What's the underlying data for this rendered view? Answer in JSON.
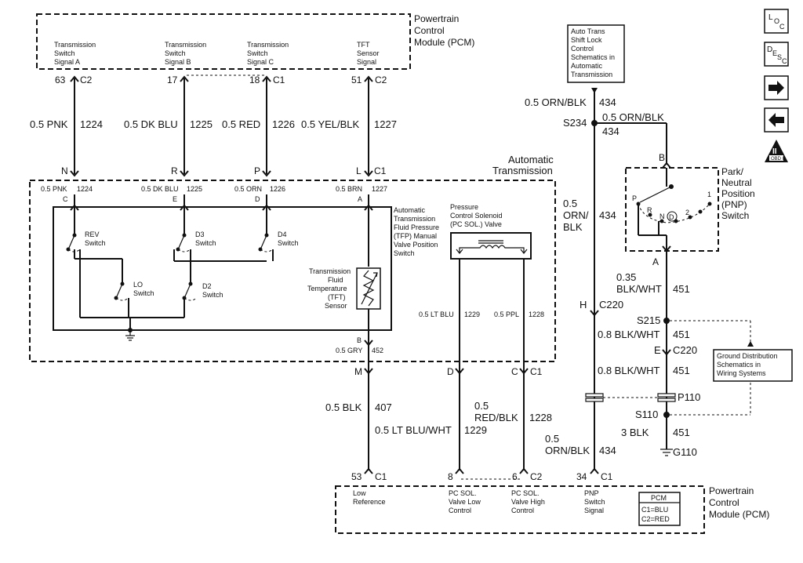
{
  "modules": {
    "pcm_top": [
      "Powertrain",
      "Control",
      "Module (PCM)"
    ],
    "pcm_bottom": [
      "Powertrain",
      "Control",
      "Module (PCM)"
    ],
    "auto_trans": [
      "Automatic",
      "Transmission"
    ],
    "pnp": [
      "Park/",
      "Neutral",
      "Position",
      "(PNP)",
      "Switch"
    ]
  },
  "top_signals": {
    "a": [
      "Transmission",
      "Switch",
      "Signal A"
    ],
    "b": [
      "Transmission",
      "Switch",
      "Signal B"
    ],
    "c": [
      "Transmission",
      "Switch",
      "Signal C"
    ],
    "tft": [
      "TFT",
      "Sensor",
      "Signal"
    ]
  },
  "top_pins": {
    "a": "63",
    "a_conn": "C2",
    "b": "17",
    "c": "18",
    "c_conn": "C1",
    "tft": "51",
    "tft_conn": "C2"
  },
  "top_wires": {
    "a": "0.5 PNK",
    "a_ckt": "1224",
    "b": "0.5 DK BLU",
    "b_ckt": "1225",
    "c": "0.5 RED",
    "c_ckt": "1226",
    "tft": "0.5 YEL/BLK",
    "tft_ckt": "1227"
  },
  "trans_connector": {
    "n": "N",
    "r": "R",
    "p": "P",
    "l": "L",
    "conn": "C1",
    "m": "M",
    "d": "D",
    "c": "C",
    "conn2": "C1"
  },
  "inner_wires": {
    "a": "0.5 PNK",
    "a_ckt": "1224",
    "a_pin": "C",
    "b": "0.5 DK BLU",
    "b_ckt": "1225",
    "b_pin": "E",
    "c": "0.5 ORN",
    "c_ckt": "1226",
    "c_pin": "D",
    "d": "0.5 BRN",
    "d_ckt": "1227",
    "d_pin": "A",
    "gry": "0.5 GRY",
    "gry_ckt": "452",
    "gry_pin": "B"
  },
  "switches": {
    "rev": [
      "REV",
      "Switch"
    ],
    "lo": [
      "LO",
      "Switch"
    ],
    "d3": [
      "D3",
      "Switch"
    ],
    "d4": [
      "D4",
      "Switch"
    ],
    "d2": [
      "D2",
      "Switch"
    ]
  },
  "tfp_label": [
    "Automatic",
    "Transmission",
    "Fluid Pressure",
    "(TFP) Manual",
    "Valve Position",
    "Switch"
  ],
  "tft_label": [
    "Transmission",
    "Fluid",
    "Temperature",
    "(TFT)",
    "Sensor"
  ],
  "pc_solenoid": [
    "Pressure",
    "Control Solenoid",
    "(PC SOL.) Valve"
  ],
  "pc_wires": {
    "ltblu": "0.5 LT BLU",
    "ltblu_ckt": "1229",
    "ppl": "0.5 PPL",
    "ppl_ckt": "1228"
  },
  "bottom_wires": {
    "blk": "0.5 BLK",
    "blk_ckt": "407",
    "ltbluwht": "0.5 LT BLU/WHT",
    "ltbluwht_ckt": "1229",
    "redblk": [
      "0.5",
      "RED/BLK"
    ],
    "redblk_ckt": "1228",
    "ornblk": [
      "0.5",
      "ORN/BLK"
    ],
    "ornblk_ckt": "434"
  },
  "bottom_pins": {
    "low": "53",
    "low_conn": "C1",
    "pclow": "8",
    "pchigh": "6",
    "pchigh_conn": "C2",
    "pnp": "34",
    "pnp_conn": "C1"
  },
  "bottom_signals": {
    "low": [
      "Low",
      "Reference"
    ],
    "pclow": [
      "PC SOL.",
      "Valve Low",
      "Control"
    ],
    "pchigh": [
      "PC SOL.",
      "Valve High",
      "Control"
    ],
    "pnp": [
      "PNP",
      "Switch",
      "Signal"
    ]
  },
  "pcm_legend": {
    "title": "PCM",
    "c1": "C1=BLU",
    "c2": "C2=RED"
  },
  "shift_lock_ref": [
    "Auto Trans",
    "Shift Lock",
    "Control",
    "Schematics in",
    "Automatic",
    "Transmission"
  ],
  "right_wires": {
    "top": "0.5 ORN/BLK",
    "top_ckt": "434",
    "branch": "0.5 ORN/BLK",
    "branch_ckt": "434",
    "vert": [
      "0.5",
      "ORN/",
      "BLK"
    ],
    "vert_ckt": "434",
    "bw035": [
      "0.35",
      "BLK/WHT"
    ],
    "bw035_ckt": "451",
    "bw08a": "0.8 BLK/WHT",
    "bw08a_ckt": "451",
    "bw08b": "0.8 BLK/WHT",
    "bw08b_ckt": "451",
    "blk3": "3 BLK",
    "blk3_ckt": "451"
  },
  "splices": {
    "s234": "S234",
    "s215": "S215",
    "s110": "S110"
  },
  "right_connectors": {
    "h": "H",
    "c220a": "C220",
    "e": "E",
    "c220b": "C220",
    "p110": "P110",
    "g110": "G110",
    "pnp_b": "B",
    "pnp_a": "A"
  },
  "pnp_positions": {
    "p": "P",
    "r": "R",
    "n": "N",
    "d": "D",
    "two": "2",
    "one": "1"
  },
  "ground_ref": [
    "Ground Distribution",
    "Schematics in",
    "Wiring Systems"
  ],
  "nav": {
    "loc": [
      "L",
      "O",
      "C"
    ],
    "desc": [
      "D",
      "E",
      "S",
      "C"
    ],
    "obd": "OBD II",
    "obd_mark": "II"
  }
}
